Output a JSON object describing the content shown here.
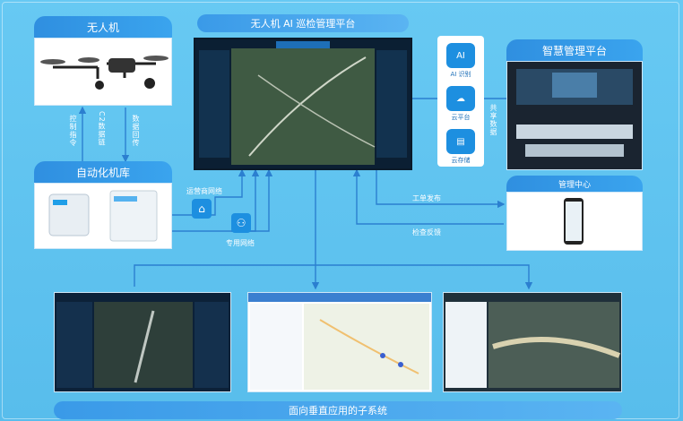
{
  "titles": {
    "drone": "无人机",
    "platform": "无人机 AI 巡检管理平台",
    "smart": "智慧管理平台",
    "dock": "自动化机库",
    "mgmt_center": "管理中心",
    "subsystems": "面向垂直应用的子系统"
  },
  "labels": {
    "control": "控制指令",
    "c2": "C2数据链",
    "data_back": "数据回传",
    "ops_net": "运营商网络",
    "private_net": "专用网络",
    "work_order": "工单发布",
    "inspect_feedback": "检查反馈",
    "share_data": "共享数据"
  },
  "icons": [
    {
      "name": "ai-icon",
      "glyph": "AI",
      "label": "AI 识别"
    },
    {
      "name": "cloud-icon",
      "glyph": "☁",
      "label": "云平台"
    },
    {
      "name": "storage-icon",
      "glyph": "▤",
      "label": "云存储"
    }
  ],
  "colors": {
    "accent": "#2f8fe0",
    "bg": "#5ec3f0"
  }
}
